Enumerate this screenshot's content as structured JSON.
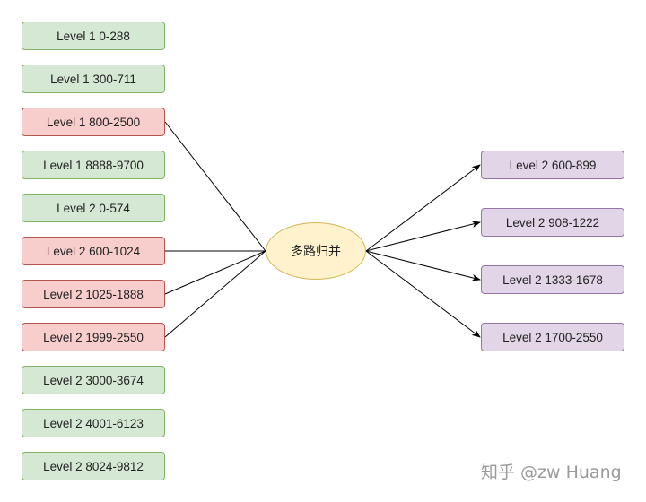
{
  "left_nodes": [
    {
      "label": "Level 1  0-288",
      "color": "green"
    },
    {
      "label": "Level 1  300-711",
      "color": "green"
    },
    {
      "label": "Level 1  800-2500",
      "color": "red"
    },
    {
      "label": "Level 1  8888-9700",
      "color": "green"
    },
    {
      "label": "Level 2  0-574",
      "color": "green"
    },
    {
      "label": "Level 2  600-1024",
      "color": "red"
    },
    {
      "label": "Level 2  1025-1888",
      "color": "red"
    },
    {
      "label": "Level 2  1999-2550",
      "color": "red"
    },
    {
      "label": "Level 2  3000-3674",
      "color": "green"
    },
    {
      "label": "Level 2  4001-6123",
      "color": "green"
    },
    {
      "label": "Level 2  8024-9812",
      "color": "green"
    }
  ],
  "merge_node": {
    "label": "多路归并"
  },
  "right_nodes": [
    {
      "label": "Level 2  600-899"
    },
    {
      "label": "Level 2  908-1222"
    },
    {
      "label": "Level 2  1333-1678"
    },
    {
      "label": "Level 2  1700-2550"
    }
  ],
  "watermark": "知乎 @zw Huang"
}
